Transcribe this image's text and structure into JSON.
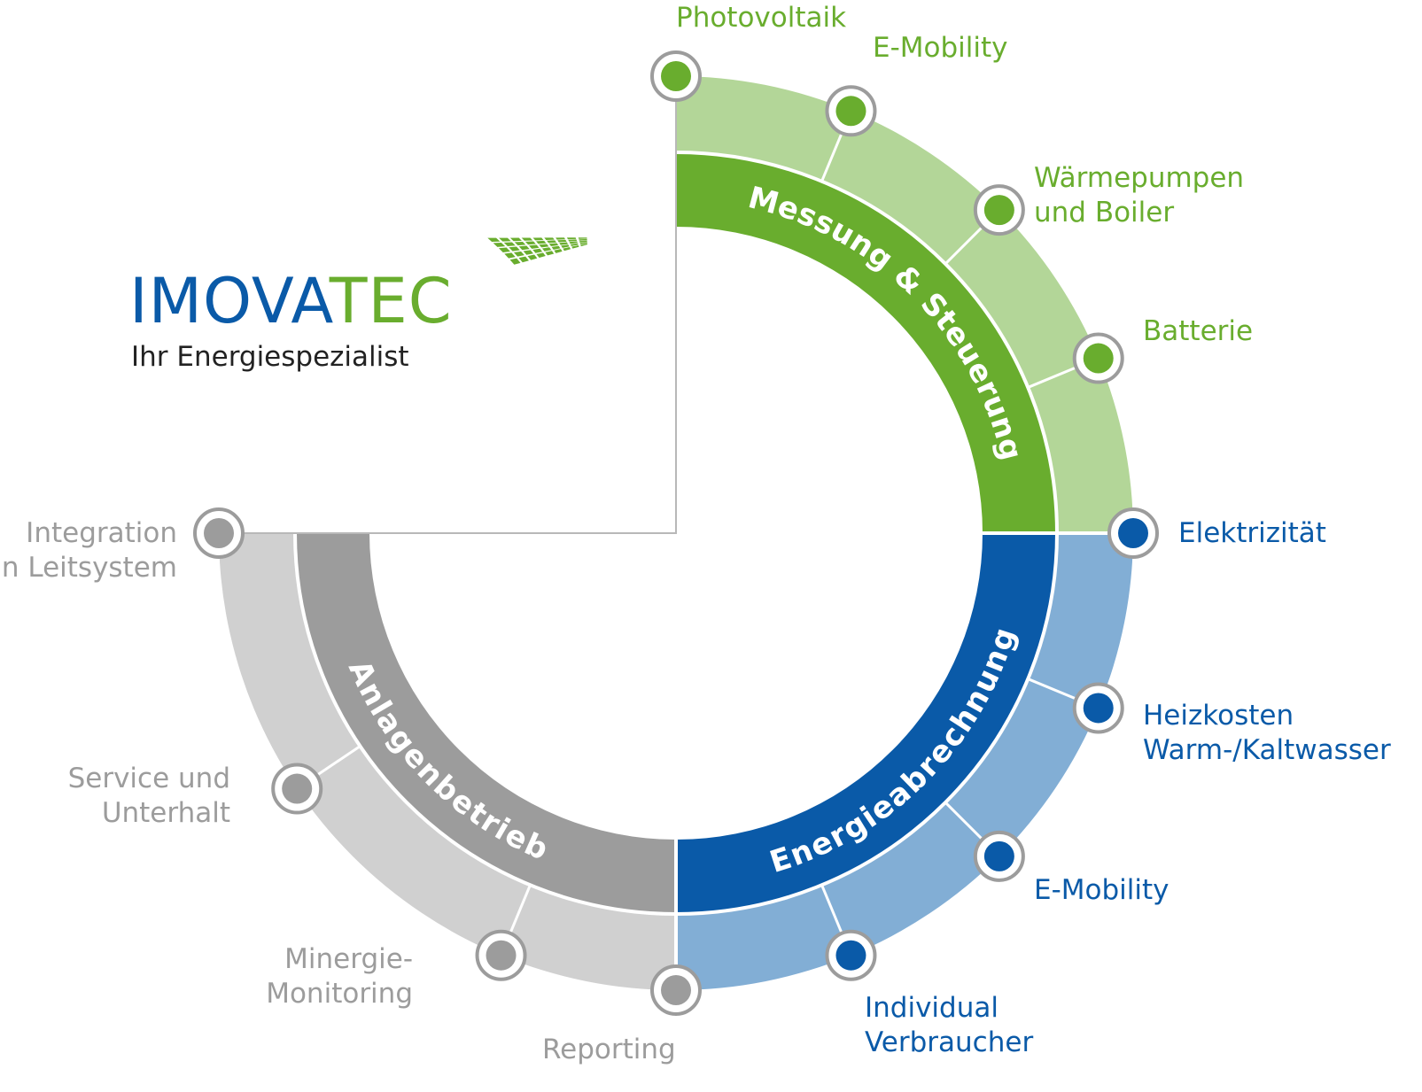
{
  "logo": {
    "name_part1": "IMOVA",
    "name_part2": "TEC",
    "tagline": "Ihr Energiespezialist",
    "mark_icon": "solar-grid-icon",
    "color_primary": "#0a5aa8",
    "color_secondary": "#69ad2e"
  },
  "sectors": [
    {
      "id": "messung",
      "title": "Messung & Steuerung",
      "color_inner": "#69ad2e",
      "color_outer": "#b3d698"
    },
    {
      "id": "energie",
      "title": "Energieabrechnung",
      "color_inner": "#0a5aa8",
      "color_outer": "#82aed5"
    },
    {
      "id": "anlagen",
      "title": "Anlagenbetrieb",
      "color_inner": "#9c9c9c",
      "color_outer": "#d0d0d0"
    }
  ],
  "green_items": {
    "photovoltaik": "Photovoltaik",
    "emobility": "E-Mobility",
    "waerme_l1": "Wärmepumpen",
    "waerme_l2": "und Boiler",
    "batterie": "Batterie"
  },
  "blue_items": {
    "elektrizitaet": "Elektrizität",
    "heiz_l1": "Heizkosten",
    "heiz_l2": "Warm-/Kaltwasser",
    "emobility": "E-Mobility",
    "indiv_l1": "Individual",
    "indiv_l2": "Verbraucher"
  },
  "grey_items": {
    "integ_l1": "Integration",
    "integ_l2": "in Leitsystem",
    "service_l1": "Service und",
    "service_l2": "Unterhalt",
    "minergie_l1": "Minergie-",
    "minergie_l2": "Monitoring",
    "reporting": "Reporting"
  }
}
